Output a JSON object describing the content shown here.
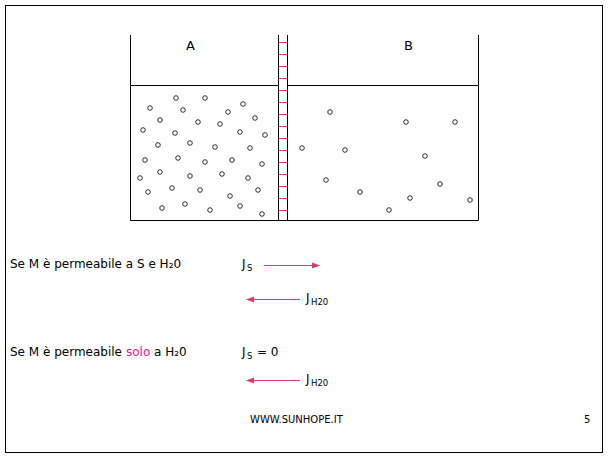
{
  "diagram": {
    "labels": [
      "A",
      "B",
      "Se M è permeabile a S e H₂0",
      "J",
      "S",
      "J",
      "H20",
      "Se M è permeabile",
      "solo",
      "a H₂0",
      "J",
      "S",
      "= 0",
      "J",
      "H20",
      "WWW.SUNHOPE.IT",
      "5"
    ]
  }
}
